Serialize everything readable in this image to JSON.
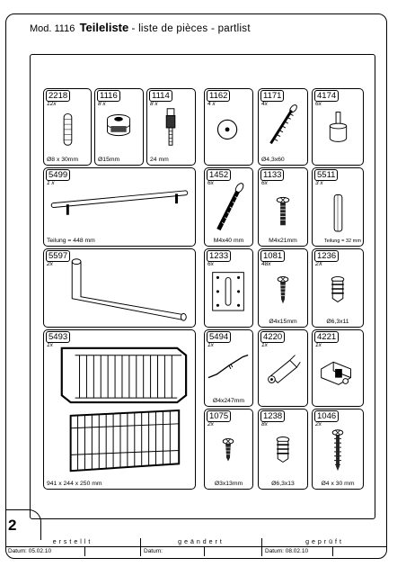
{
  "header": {
    "model": "Mod. 1116",
    "title": "Teileliste",
    "subtitle": "- liste de pièces - partlist"
  },
  "parts": [
    {
      "id": "2218",
      "qty": "12x",
      "dim": "Ø8 x 30mm",
      "icon": "dowel-icon"
    },
    {
      "id": "1116",
      "qty": "8 x",
      "dim": "Ø15mm",
      "icon": "cam-lock-icon"
    },
    {
      "id": "1114",
      "qty": "8 x",
      "dim": "24 mm",
      "icon": "cam-bolt-icon"
    },
    {
      "id": "1162",
      "qty": "4 x",
      "dim": "",
      "icon": "washer-icon"
    },
    {
      "id": "1171",
      "qty": "4x",
      "dim": "Ø4,3x60",
      "icon": "long-screw-icon"
    },
    {
      "id": "4174",
      "qty": "6x",
      "dim": "",
      "icon": "shelf-support-icon"
    },
    {
      "id": "5499",
      "qty": "1 x",
      "dim": "Teilung = 448 mm",
      "icon": "bar-handle-icon"
    },
    {
      "id": "1452",
      "qty": "6x",
      "dim": "M4x40 mm",
      "icon": "machine-screw-icon"
    },
    {
      "id": "1133",
      "qty": "6x",
      "dim": "M4x21mm",
      "icon": "short-machine-screw-icon"
    },
    {
      "id": "5511",
      "qty": "3 x",
      "dim": "Teilung = 32 mm",
      "icon": "small-handle-icon"
    },
    {
      "id": "5597",
      "qty": "2x",
      "dim": "",
      "icon": "rail-bracket-icon"
    },
    {
      "id": "1233",
      "qty": "6x",
      "dim": "",
      "icon": "mounting-plate-icon"
    },
    {
      "id": "1081",
      "qty": "48x",
      "dim": "Ø4x15mm",
      "icon": "wood-screw-icon"
    },
    {
      "id": "1236",
      "qty": "2X",
      "dim": "Ø6,3x11",
      "icon": "plug-screw-icon"
    },
    {
      "id": "5493",
      "qty": "1x",
      "dim": "941 x 244 x 250 mm",
      "icon": "wire-basket-icon"
    },
    {
      "id": "5494",
      "qty": "1x",
      "dim": "Ø4x247mm",
      "icon": "wire-rod-icon"
    },
    {
      "id": "4220",
      "qty": "1x",
      "dim": "",
      "icon": "hinge-pin-icon"
    },
    {
      "id": "4221",
      "qty": "1x",
      "dim": "",
      "icon": "hinge-bracket-icon"
    },
    {
      "id": "1075",
      "qty": "2x",
      "dim": "Ø3x13mm",
      "icon": "small-screw-icon"
    },
    {
      "id": "1238",
      "qty": "8x",
      "dim": "Ø6,3x13",
      "icon": "plug-screw-icon"
    },
    {
      "id": "1046",
      "qty": "2x",
      "dim": "Ø4 x 30 mm",
      "icon": "chipboard-screw-icon"
    }
  ],
  "page_number": "2",
  "footer": {
    "created_label": "erstellt",
    "changed_label": "geändert",
    "checked_label": "geprüft",
    "created_date_label": "Datum: 05.02.10",
    "changed_date_label": "Datum:",
    "checked_date_label": "Datum: 08.02.10"
  }
}
